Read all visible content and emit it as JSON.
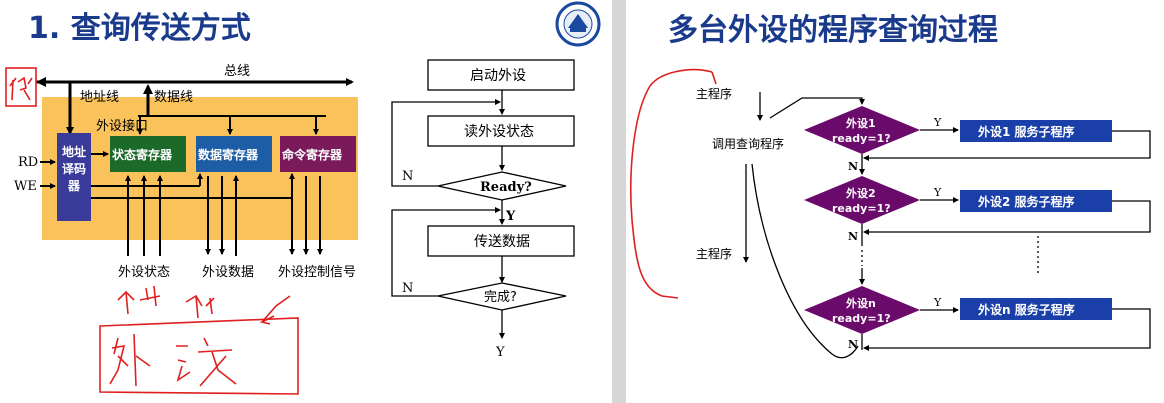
{
  "left": {
    "title": "1. 查询传送方式",
    "bus": "总线",
    "addr_line": "地址线",
    "data_line": "数据线",
    "interface": "外设接口",
    "decoder": [
      "地址",
      "译码",
      "器"
    ],
    "status_reg": "状态寄存器",
    "data_reg": "数据寄存器",
    "cmd_reg": "命令寄存器",
    "rd": "RD",
    "we": "WE",
    "bottom_labels": [
      "外设状态",
      "外设数据",
      "外设控制信号"
    ],
    "cpu_scribble": "<P",
    "handwriting": "外设"
  },
  "flow": {
    "start": "启动外设",
    "read": "读外设状态",
    "ready": "Ready?",
    "transfer": "传送数据",
    "done": "完成?",
    "n1": "N",
    "y1": "Y",
    "n2": "N",
    "y2": "Y"
  },
  "right": {
    "title": "多台外设的程序查询过程",
    "main1": "主程序",
    "call": "调用查询程序",
    "main2": "主程序",
    "d1": [
      "外设1",
      "ready=1?"
    ],
    "d2": [
      "外设2",
      "ready=1?"
    ],
    "dn": [
      "外设n",
      "ready=1?"
    ],
    "s1": "外设1  服务子程序",
    "s2": "外设2  服务子程序",
    "sn": "外设n  服务子程序",
    "y": "Y",
    "n": "N"
  },
  "colors": {
    "title": "#1a3a8c",
    "interface_bg": "#f9c25a",
    "decoder": "#3a3a9a",
    "status_reg": "#1c6a2a",
    "data_reg": "#1c5da6",
    "cmd_reg": "#7a1a5a",
    "diamond": "#6a0a6a",
    "service_box": "#1a3fa8",
    "ink_red": "#e02020",
    "divider": "#c8c8c8"
  }
}
